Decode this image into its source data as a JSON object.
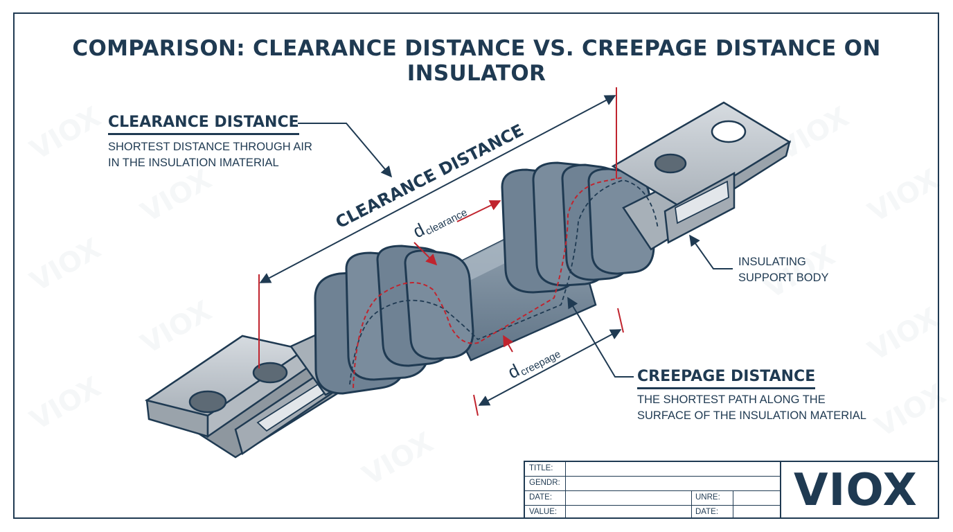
{
  "title": "COMPARISON: CLEARANCE DISTANCE VS. CREEPAGE DISTANCE ON INSULATOR",
  "clearance_callout": {
    "heading": "CLEARANCE DISTANCE",
    "line1": "SHORTEST DISTANCE THROUGH AIR",
    "line2": "IN THE INSULATION IMATERIAL"
  },
  "creepage_callout": {
    "heading": "CREEPAGE DISTANCE",
    "line1": "THE SHORTEST PATH ALONG THE",
    "line2": "SURFACE OF THE INSULATION MATERIAL"
  },
  "body_callout": {
    "line1": "INSULATING",
    "line2": "SUPPORT BODY"
  },
  "diagram_labels": {
    "clearance_arrow_label": "CLEARANCE DISTANCE",
    "d_clearance_main": "d",
    "d_clearance_sub": "clearance",
    "d_creepage_main": "d",
    "d_creepage_sub": "creepage"
  },
  "title_block": {
    "title_label": "TITLE:",
    "gendr_label": "GENDR:",
    "date_label": "DATE:",
    "value_label": "VALUE:",
    "unre_label": "UNRE:",
    "date2_label": "DATE:",
    "logo": "VIOX"
  },
  "watermark_text": "VIOX",
  "colors": {
    "navy": "#1f3a52",
    "insulator": "#6f8294",
    "red": "#c0242e",
    "metal": "#b9c0c7"
  }
}
